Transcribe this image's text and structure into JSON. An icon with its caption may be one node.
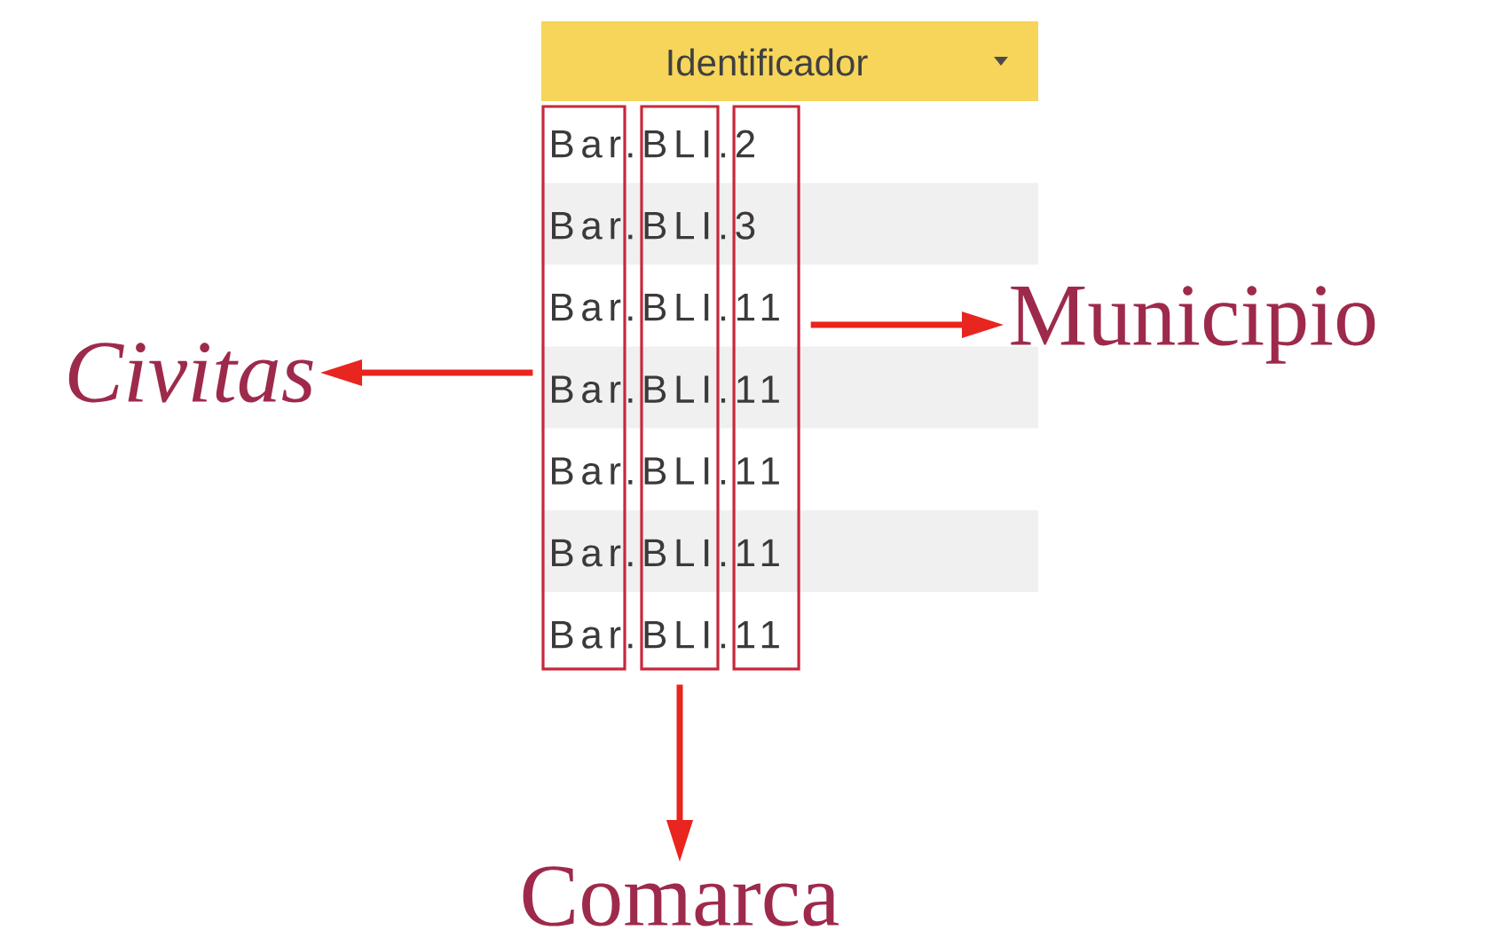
{
  "diagram": {
    "nodes": [
      {
        "text": [],
        "shape": "box"
      },
      {
        "text": [],
        "shape": "box"
      },
      {
        "text": [],
        "shape": "box"
      },
      {
        "text": [
          "Civitas"
        ]
      },
      {
        "text": [
          "Municipio"
        ]
      },
      {
        "text": [
          "Comarca"
        ]
      }
    ],
    "edges": [
      {
        "from": 0,
        "to": 3,
        "arrow": "to"
      },
      {
        "from": 2,
        "to": 4,
        "arrow": "to"
      },
      {
        "from": 1,
        "to": 5,
        "arrow": "to"
      }
    ],
    "labels": [
      "Identificador",
      "Bar.BLI.2",
      "Bar.BLI.3",
      "Bar.BLI.11",
      "Bar.BLI.11",
      "Bar.BLI.11",
      "Bar.BLI.11",
      "Bar.BLI.11"
    ]
  }
}
